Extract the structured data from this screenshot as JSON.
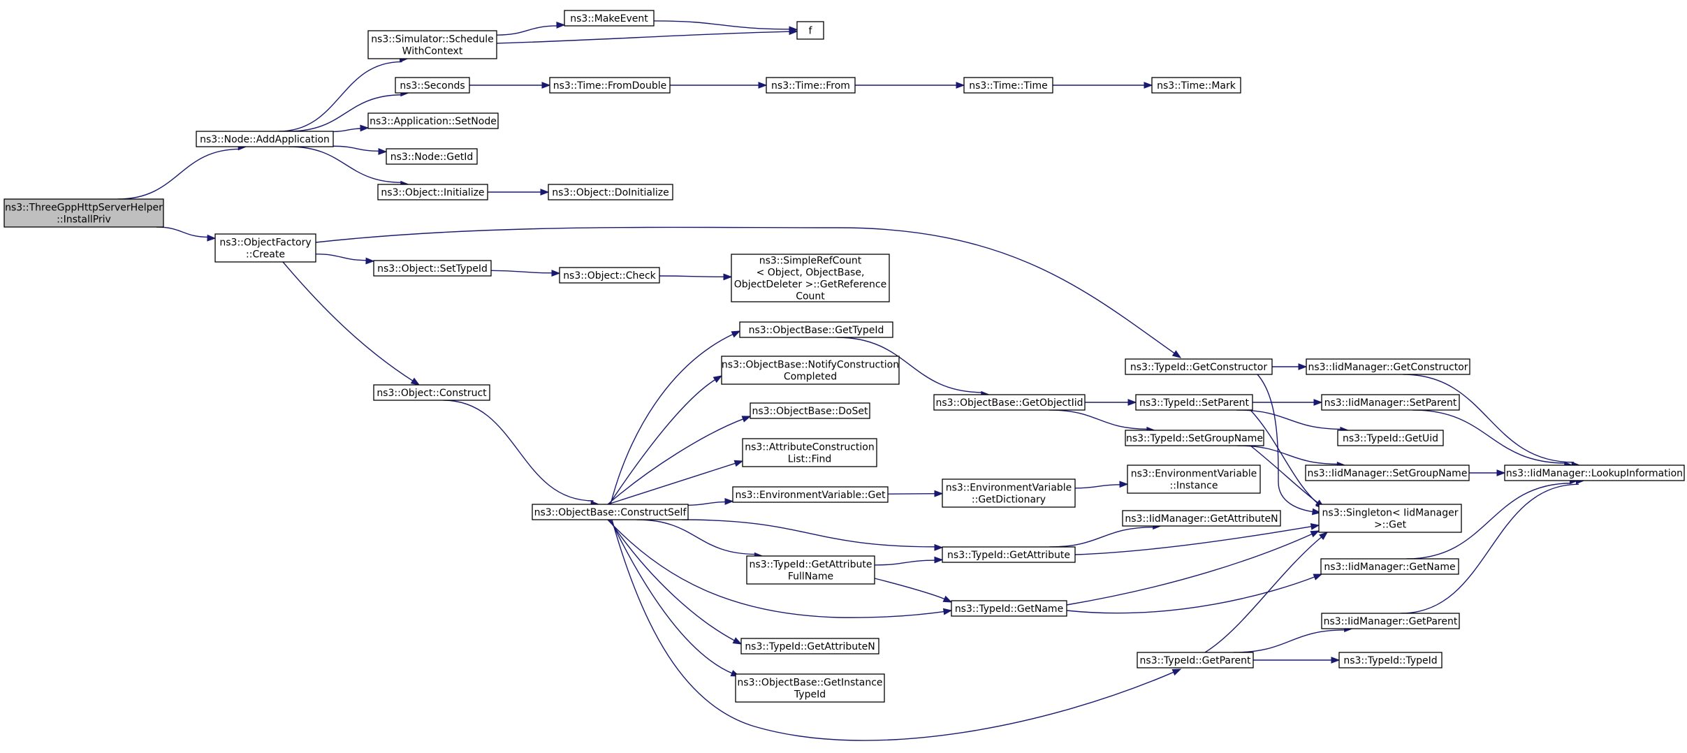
{
  "diagram": {
    "type": "call-graph",
    "root": "installpriv",
    "colors": {
      "edge": "#191970",
      "root_fill": "#bfbfbf",
      "node_fill": "#ffffff",
      "node_border": "#000000"
    },
    "nodes": [
      {
        "id": "installpriv",
        "lines": [
          "ns3::ThreeGppHttpServerHelper",
          "::InstallPriv"
        ]
      },
      {
        "id": "addapplication",
        "lines": [
          "ns3::Node::AddApplication"
        ]
      },
      {
        "id": "objectfactory_create",
        "lines": [
          "ns3::ObjectFactory",
          "::Create"
        ]
      },
      {
        "id": "schedulewithcontext",
        "lines": [
          "ns3::Simulator::Schedule",
          "WithContext"
        ]
      },
      {
        "id": "makeevent",
        "lines": [
          "ns3::MakeEvent"
        ]
      },
      {
        "id": "f",
        "lines": [
          "f"
        ]
      },
      {
        "id": "seconds",
        "lines": [
          "ns3::Seconds"
        ]
      },
      {
        "id": "fromdouble",
        "lines": [
          "ns3::Time::FromDouble"
        ]
      },
      {
        "id": "time_from",
        "lines": [
          "ns3::Time::From"
        ]
      },
      {
        "id": "time_time",
        "lines": [
          "ns3::Time::Time"
        ]
      },
      {
        "id": "time_mark",
        "lines": [
          "ns3::Time::Mark"
        ]
      },
      {
        "id": "app_setnode",
        "lines": [
          "ns3::Application::SetNode"
        ]
      },
      {
        "id": "node_getid",
        "lines": [
          "ns3::Node::GetId"
        ]
      },
      {
        "id": "obj_initialize",
        "lines": [
          "ns3::Object::Initialize"
        ]
      },
      {
        "id": "obj_doinitialize",
        "lines": [
          "ns3::Object::DoInitialize"
        ]
      },
      {
        "id": "obj_settypeid",
        "lines": [
          "ns3::Object::SetTypeId"
        ]
      },
      {
        "id": "obj_check",
        "lines": [
          "ns3::Object::Check"
        ]
      },
      {
        "id": "simplerefcount",
        "lines": [
          "ns3::SimpleRefCount",
          "< Object, ObjectBase,",
          "ObjectDeleter >::GetReference",
          "Count"
        ]
      },
      {
        "id": "obj_construct",
        "lines": [
          "ns3::Object::Construct"
        ]
      },
      {
        "id": "constructself",
        "lines": [
          "ns3::ObjectBase::ConstructSelf"
        ]
      },
      {
        "id": "ob_gettypeid",
        "lines": [
          "ns3::ObjectBase::GetTypeId"
        ]
      },
      {
        "id": "ob_notify",
        "lines": [
          "ns3::ObjectBase::NotifyConstruction",
          "Completed"
        ]
      },
      {
        "id": "ob_doset",
        "lines": [
          "ns3::ObjectBase::DoSet"
        ]
      },
      {
        "id": "acl_find",
        "lines": [
          "ns3::AttributeConstruction",
          "List::Find"
        ]
      },
      {
        "id": "envvar_get",
        "lines": [
          "ns3::EnvironmentVariable::Get"
        ]
      },
      {
        "id": "envvar_getdict",
        "lines": [
          "ns3::EnvironmentVariable",
          "::GetDictionary"
        ]
      },
      {
        "id": "envvar_instance",
        "lines": [
          "ns3::EnvironmentVariable",
          "::Instance"
        ]
      },
      {
        "id": "ob_getobjectiid",
        "lines": [
          "ns3::ObjectBase::GetObjectIid"
        ]
      },
      {
        "id": "tid_getconstructor",
        "lines": [
          "ns3::TypeId::GetConstructor"
        ]
      },
      {
        "id": "iid_getconstructor",
        "lines": [
          "ns3::IidManager::GetConstructor"
        ]
      },
      {
        "id": "tid_setparent",
        "lines": [
          "ns3::TypeId::SetParent"
        ]
      },
      {
        "id": "iid_setparent",
        "lines": [
          "ns3::IidManager::SetParent"
        ]
      },
      {
        "id": "tid_getuid",
        "lines": [
          "ns3::TypeId::GetUid"
        ]
      },
      {
        "id": "tid_setgroupname",
        "lines": [
          "ns3::TypeId::SetGroupName"
        ]
      },
      {
        "id": "iid_setgroupname",
        "lines": [
          "ns3::IidManager::SetGroupName"
        ]
      },
      {
        "id": "iid_lookupinfo",
        "lines": [
          "ns3::IidManager::LookupInformation"
        ]
      },
      {
        "id": "singleton_get",
        "lines": [
          "ns3::Singleton< IidManager",
          ">::Get"
        ]
      },
      {
        "id": "iid_getattributen",
        "lines": [
          "ns3::IidManager::GetAttributeN"
        ]
      },
      {
        "id": "tid_getattribute",
        "lines": [
          "ns3::TypeId::GetAttribute"
        ]
      },
      {
        "id": "tid_getattrfullname",
        "lines": [
          "ns3::TypeId::GetAttribute",
          "FullName"
        ]
      },
      {
        "id": "iid_getname",
        "lines": [
          "ns3::IidManager::GetName"
        ]
      },
      {
        "id": "tid_getname",
        "lines": [
          "ns3::TypeId::GetName"
        ]
      },
      {
        "id": "tid_getattributen",
        "lines": [
          "ns3::TypeId::GetAttributeN"
        ]
      },
      {
        "id": "iid_getparent",
        "lines": [
          "ns3::IidManager::GetParent"
        ]
      },
      {
        "id": "tid_getparent",
        "lines": [
          "ns3::TypeId::GetParent"
        ]
      },
      {
        "id": "tid_typeid",
        "lines": [
          "ns3::TypeId::TypeId"
        ]
      },
      {
        "id": "ob_getinstancetypeid",
        "lines": [
          "ns3::ObjectBase::GetInstance",
          "TypeId"
        ]
      }
    ],
    "edges": [
      [
        "installpriv",
        "addapplication"
      ],
      [
        "installpriv",
        "objectfactory_create"
      ],
      [
        "addapplication",
        "schedulewithcontext"
      ],
      [
        "addapplication",
        "seconds"
      ],
      [
        "addapplication",
        "app_setnode"
      ],
      [
        "addapplication",
        "node_getid"
      ],
      [
        "addapplication",
        "obj_initialize"
      ],
      [
        "schedulewithcontext",
        "makeevent"
      ],
      [
        "schedulewithcontext",
        "f"
      ],
      [
        "makeevent",
        "f"
      ],
      [
        "seconds",
        "fromdouble"
      ],
      [
        "fromdouble",
        "time_from"
      ],
      [
        "time_from",
        "time_time"
      ],
      [
        "time_time",
        "time_mark"
      ],
      [
        "obj_initialize",
        "obj_doinitialize"
      ],
      [
        "objectfactory_create",
        "tid_getconstructor"
      ],
      [
        "objectfactory_create",
        "obj_settypeid"
      ],
      [
        "objectfactory_create",
        "obj_construct"
      ],
      [
        "obj_settypeid",
        "obj_check"
      ],
      [
        "obj_check",
        "simplerefcount"
      ],
      [
        "obj_construct",
        "constructself"
      ],
      [
        "constructself",
        "ob_gettypeid"
      ],
      [
        "constructself",
        "ob_notify"
      ],
      [
        "constructself",
        "ob_doset"
      ],
      [
        "constructself",
        "acl_find"
      ],
      [
        "constructself",
        "envvar_get"
      ],
      [
        "constructself",
        "tid_getattribute"
      ],
      [
        "constructself",
        "tid_getattrfullname"
      ],
      [
        "constructself",
        "tid_getname"
      ],
      [
        "constructself",
        "tid_getattributen"
      ],
      [
        "constructself",
        "ob_getinstancetypeid"
      ],
      [
        "constructself",
        "tid_getparent"
      ],
      [
        "ob_gettypeid",
        "ob_getobjectiid"
      ],
      [
        "ob_getobjectiid",
        "tid_setparent"
      ],
      [
        "ob_getobjectiid",
        "tid_setgroupname"
      ],
      [
        "envvar_get",
        "envvar_getdict"
      ],
      [
        "envvar_getdict",
        "envvar_instance"
      ],
      [
        "tid_getconstructor",
        "iid_getconstructor"
      ],
      [
        "tid_getconstructor",
        "singleton_get"
      ],
      [
        "iid_getconstructor",
        "iid_lookupinfo"
      ],
      [
        "tid_setparent",
        "iid_setparent"
      ],
      [
        "tid_setparent",
        "tid_getuid"
      ],
      [
        "tid_setparent",
        "singleton_get"
      ],
      [
        "iid_setparent",
        "iid_lookupinfo"
      ],
      [
        "tid_setgroupname",
        "iid_setgroupname"
      ],
      [
        "tid_setgroupname",
        "singleton_get"
      ],
      [
        "iid_setgroupname",
        "iid_lookupinfo"
      ],
      [
        "tid_getattribute",
        "iid_getattributen"
      ],
      [
        "tid_getattribute",
        "singleton_get"
      ],
      [
        "tid_getattrfullname",
        "tid_getattribute"
      ],
      [
        "tid_getattrfullname",
        "tid_getname"
      ],
      [
        "tid_getname",
        "singleton_get"
      ],
      [
        "tid_getname",
        "iid_getname"
      ],
      [
        "iid_getname",
        "iid_lookupinfo"
      ],
      [
        "tid_getparent",
        "singleton_get"
      ],
      [
        "tid_getparent",
        "iid_getparent"
      ],
      [
        "tid_getparent",
        "tid_typeid"
      ],
      [
        "iid_getparent",
        "iid_lookupinfo"
      ]
    ]
  }
}
